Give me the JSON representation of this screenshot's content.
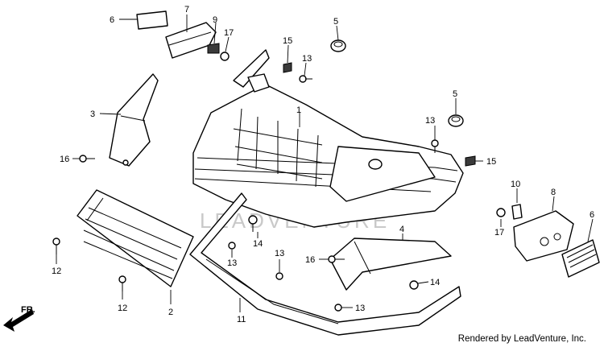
{
  "watermark": "LEADVENTURE",
  "direction_label": "FR.",
  "footer": "Rendered by LeadVenture, Inc.",
  "callouts": {
    "c1": "1",
    "c2": "2",
    "c3": "3",
    "c4": "4",
    "c5a": "5",
    "c5b": "5",
    "c6a": "6",
    "c6b": "6",
    "c7": "7",
    "c8": "8",
    "c9": "9",
    "c10": "10",
    "c11": "11",
    "c12a": "12",
    "c12b": "12",
    "c13a": "13",
    "c13b": "13",
    "c13c": "13",
    "c13d": "13",
    "c13e": "13",
    "c14a": "14",
    "c14b": "14",
    "c15a": "15",
    "c15b": "15",
    "c16a": "16",
    "c16b": "16",
    "c17a": "17",
    "c17b": "17"
  }
}
